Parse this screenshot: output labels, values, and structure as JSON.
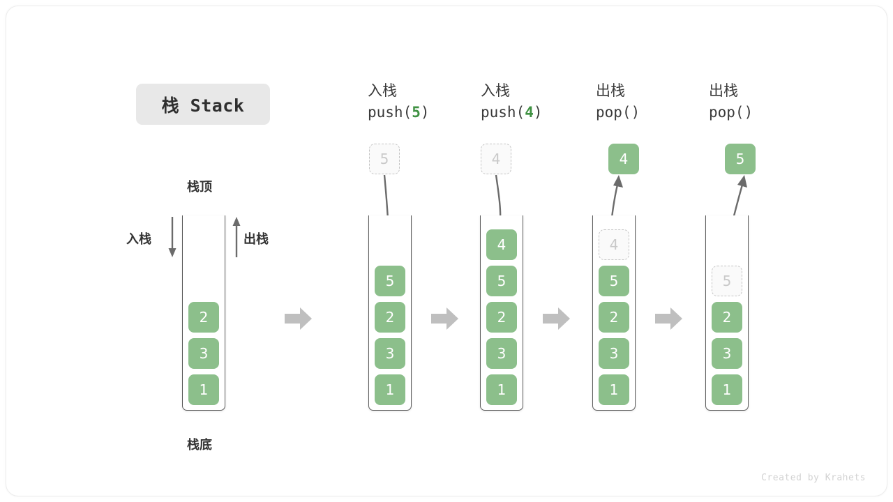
{
  "diagram": {
    "title": "栈 Stack",
    "footer": "Created by Krahets",
    "labels": {
      "top": "栈顶",
      "bottom": "栈底",
      "push": "入栈",
      "pop": "出栈"
    },
    "colors": {
      "element_green": "#8cbf8b",
      "accent_green": "#3f9142",
      "ghost_border": "#c4c4c4",
      "ghost_text": "#c9c9c9",
      "wall": "#5a5a5a",
      "block_arrow": "#bfbfbf",
      "title_chip_bg": "#e8e8e8"
    },
    "columns": [
      {
        "id": "initial",
        "header_line1": "",
        "header_line2": "",
        "header_arg": "",
        "stack": [
          "2",
          "3",
          "1"
        ],
        "floating": null,
        "ghost_top": null
      },
      {
        "id": "push-5",
        "header_line1": "入栈",
        "header_line2_prefix": "push(",
        "header_arg": "5",
        "header_line2_suffix": ")",
        "stack": [
          "5",
          "2",
          "3",
          "1"
        ],
        "floating": {
          "value": "5",
          "style": "ghost"
        },
        "arrow": "down-into-stack"
      },
      {
        "id": "push-4",
        "header_line1": "入栈",
        "header_line2_prefix": "push(",
        "header_arg": "4",
        "header_line2_suffix": ")",
        "stack": [
          "4",
          "5",
          "2",
          "3",
          "1"
        ],
        "floating": {
          "value": "4",
          "style": "ghost"
        },
        "arrow": "down-into-stack"
      },
      {
        "id": "pop-1",
        "header_line1": "出栈",
        "header_line2_prefix": "pop(",
        "header_arg": "",
        "header_line2_suffix": ")",
        "stack": [
          "5",
          "2",
          "3",
          "1"
        ],
        "ghost_top": "4",
        "floating": {
          "value": "4",
          "style": "solid"
        },
        "arrow": "up-out-of-stack"
      },
      {
        "id": "pop-2",
        "header_line1": "出栈",
        "header_line2_prefix": "pop(",
        "header_arg": "",
        "header_line2_suffix": ")",
        "stack": [
          "2",
          "3",
          "1"
        ],
        "ghost_top": "5",
        "floating": {
          "value": "5",
          "style": "solid"
        },
        "arrow": "up-out-of-stack"
      }
    ],
    "separators": [
      "arrow-right",
      "arrow-right",
      "arrow-right",
      "arrow-right"
    ]
  }
}
